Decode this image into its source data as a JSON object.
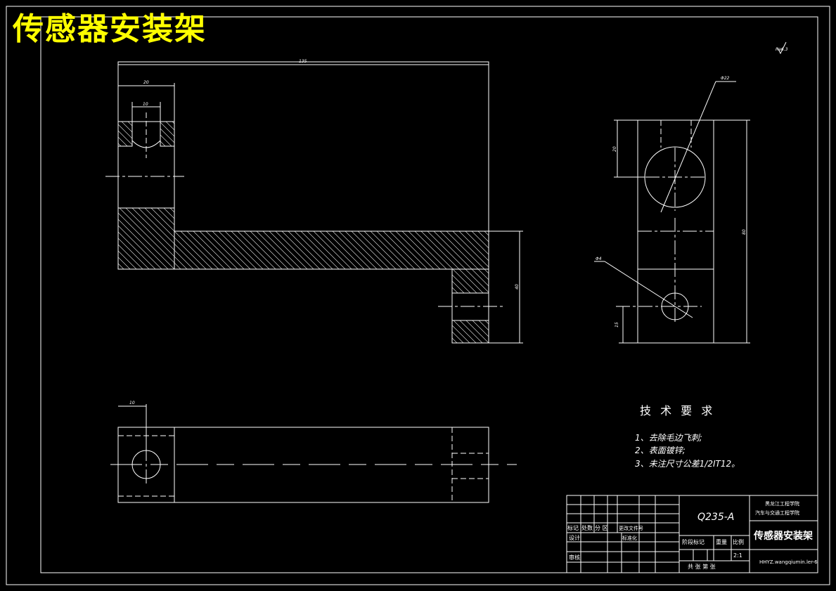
{
  "title": "传感器安装架",
  "dimensions": {
    "overall_length": "135",
    "upright_width": "20",
    "bore_width": "10",
    "bottom_offset": "10",
    "right_height": "40",
    "circle_dia": "Φ22",
    "top_height": "20",
    "total_height": "80",
    "small_hole_dia": "Φ4",
    "hole_height": "15"
  },
  "surface_mark": "Ra6.3",
  "tech_requirements": {
    "heading": "技 术 要 求",
    "items": [
      "1、去除毛边飞刺;",
      "2、表面镀锌;",
      "3、未注尺寸公差1/2IT12。"
    ]
  },
  "title_block": {
    "material": "Q235-A",
    "school_line1": "黑龙江工程学院",
    "school_line2": "汽车与交通工程学院",
    "part_name": "传感器安装架",
    "drawing_no": "HHYZ.wangqiumin.ler-6",
    "scale": "2:1",
    "row_mark": "标记",
    "row_count": "处数",
    "row_zone": "分  区",
    "row_docno": "更改文件号",
    "design": "设计",
    "standardize": "标准化",
    "review": "审核",
    "stage_mark": "阶段标记",
    "weight": "重量",
    "ratio": "比例",
    "sheets": "共  张  第  张"
  }
}
